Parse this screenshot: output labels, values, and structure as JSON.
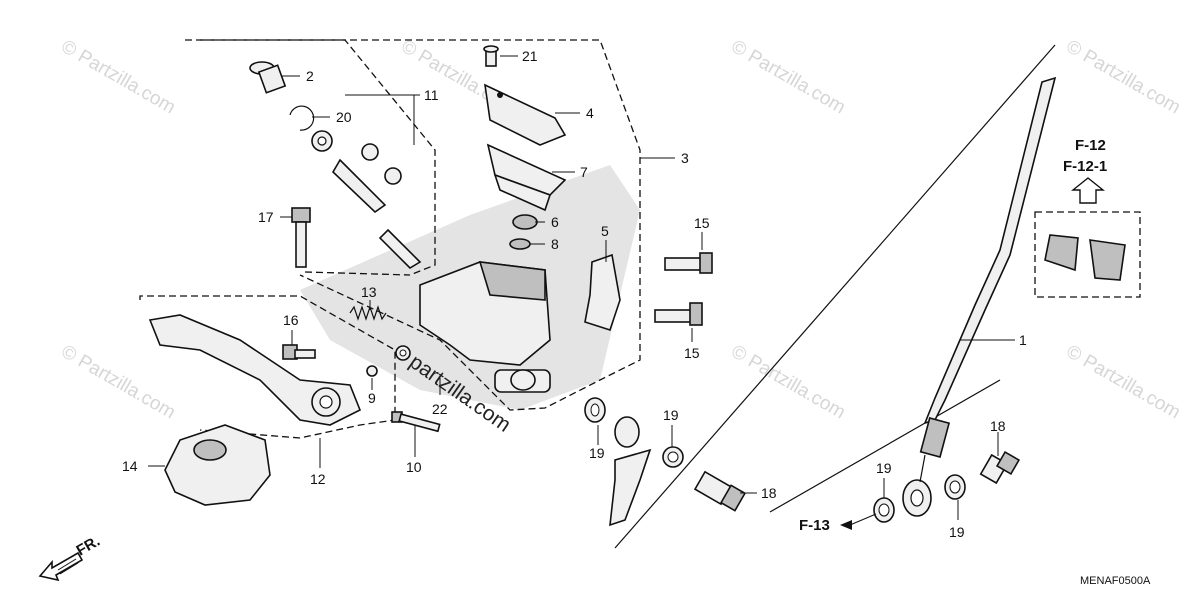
{
  "callouts": {
    "c1": "1",
    "c2": "2",
    "c3": "3",
    "c4": "4",
    "c5": "5",
    "c6": "6",
    "c7": "7",
    "c8": "8",
    "c9": "9",
    "c10": "10",
    "c11": "11",
    "c12": "12",
    "c13": "13",
    "c14": "14",
    "c15a": "15",
    "c15b": "15",
    "c16": "16",
    "c17": "17",
    "c18a": "18",
    "c18b": "18",
    "c19a": "19",
    "c19b": "19",
    "c19c": "19",
    "c19d": "19",
    "c20": "20",
    "c21": "21",
    "c22": "22"
  },
  "refs": {
    "f12": "F-12",
    "f121": "F-12-1",
    "f13": "F-13",
    "fr": "FR."
  },
  "watermark": {
    "text": "© Partzilla.com",
    "center_text": "partzilla.com"
  },
  "diagram_code": "MENAF0500A"
}
